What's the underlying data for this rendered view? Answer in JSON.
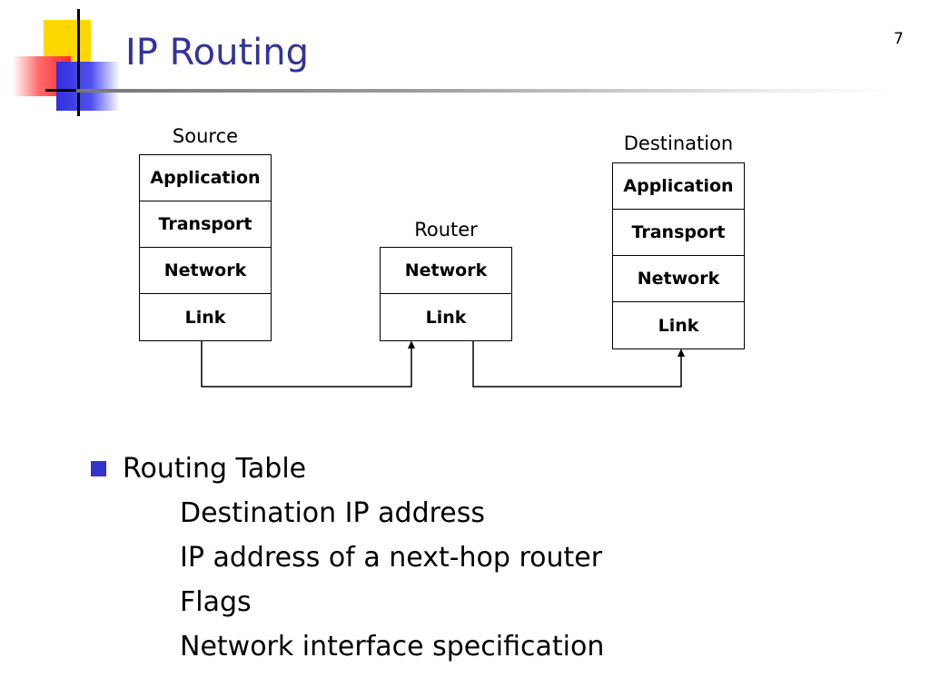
{
  "slide": {
    "title": "IP Routing",
    "page_number": "7"
  },
  "diagram": {
    "source": {
      "label": "Source",
      "layers": [
        "Application",
        "Transport",
        "Network",
        "Link"
      ]
    },
    "router": {
      "label": "Router",
      "layers": [
        "Network",
        "Link"
      ]
    },
    "destination": {
      "label": "Destination",
      "layers": [
        "Application",
        "Transport",
        "Network",
        "Link"
      ]
    }
  },
  "bullets": {
    "main": "Routing Table",
    "items": [
      "Destination IP address",
      "IP address of a next-hop router",
      "Flags",
      "Network interface specification"
    ]
  },
  "colors": {
    "title": "#33339a",
    "bullet": "#3333cc",
    "logo_yellow": "#ffd700",
    "logo_red": "#ff2a2a",
    "logo_blue": "#3030e0"
  }
}
